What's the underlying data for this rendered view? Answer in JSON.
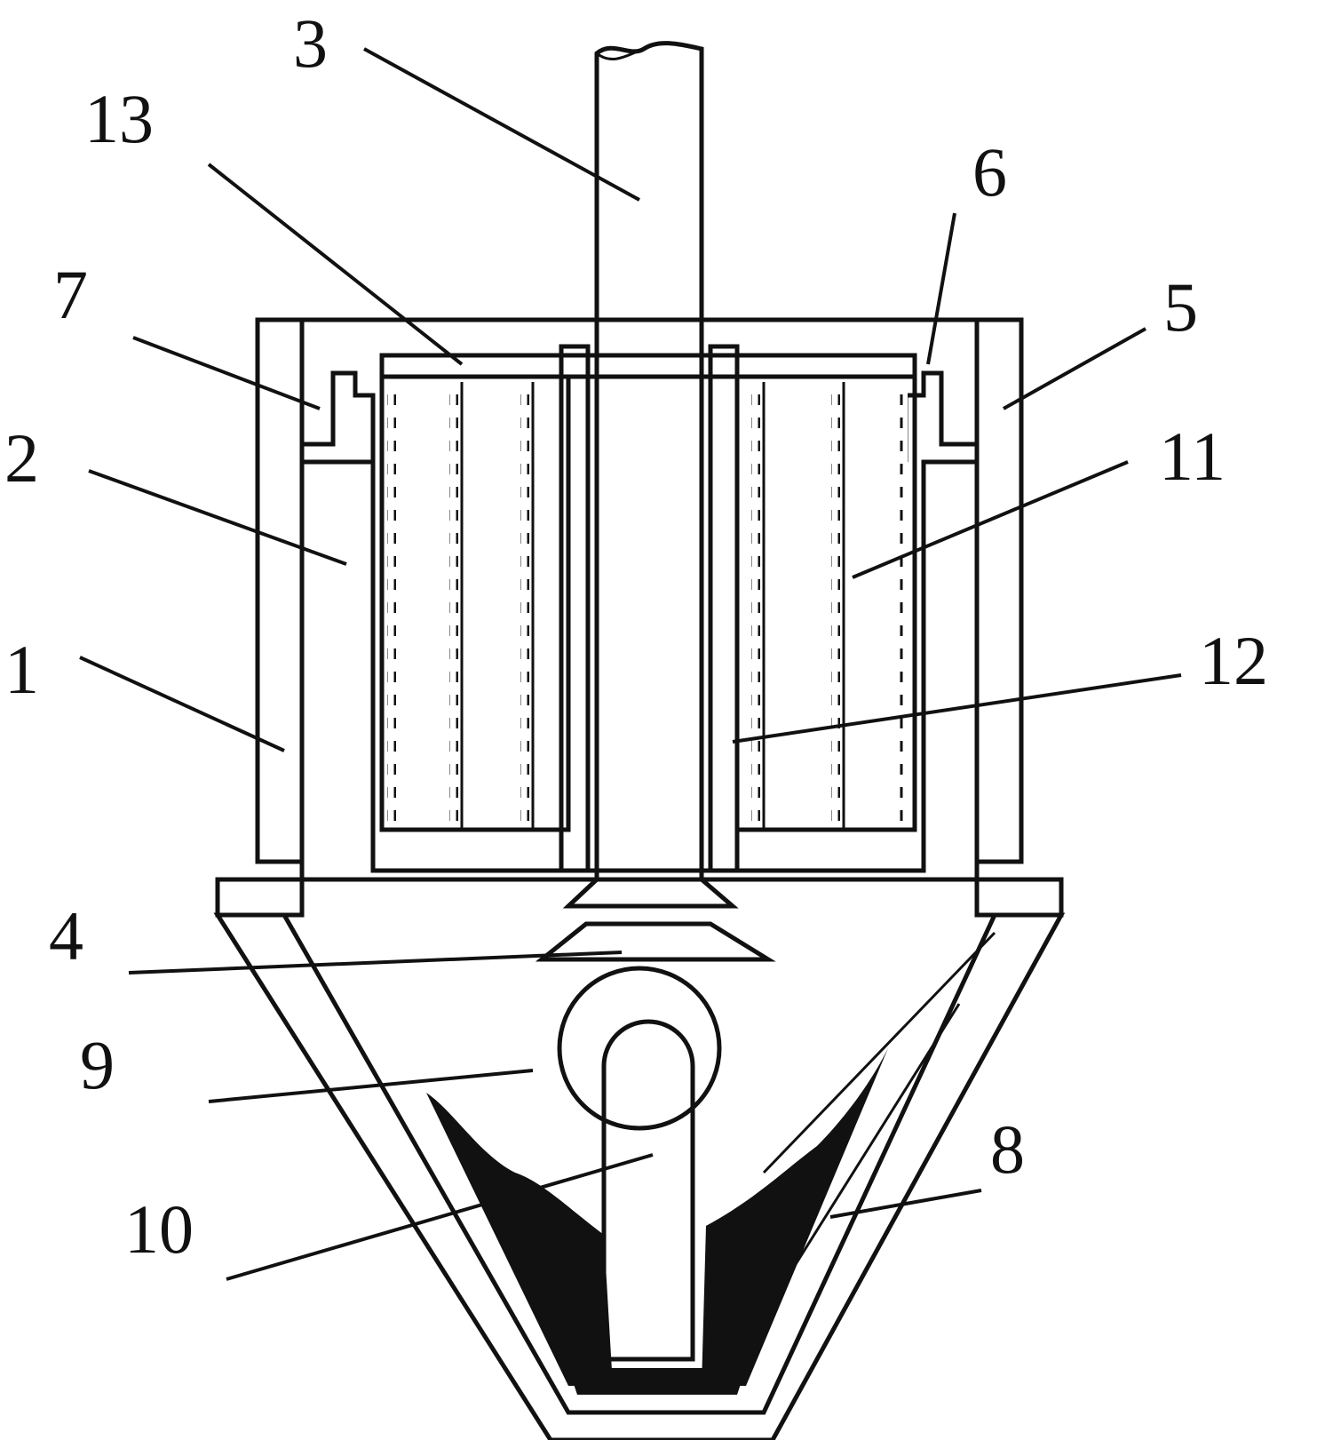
{
  "labels": {
    "l1": "1",
    "l2": "2",
    "l3": "3",
    "l4": "4",
    "l5": "5",
    "l6": "6",
    "l7": "7",
    "l8": "8",
    "l9": "9",
    "l10": "10",
    "l11": "11",
    "l12": "12",
    "l13": "13"
  },
  "colors": {
    "line": "#111111",
    "background": "#ffffff",
    "sludge": "#111111"
  }
}
